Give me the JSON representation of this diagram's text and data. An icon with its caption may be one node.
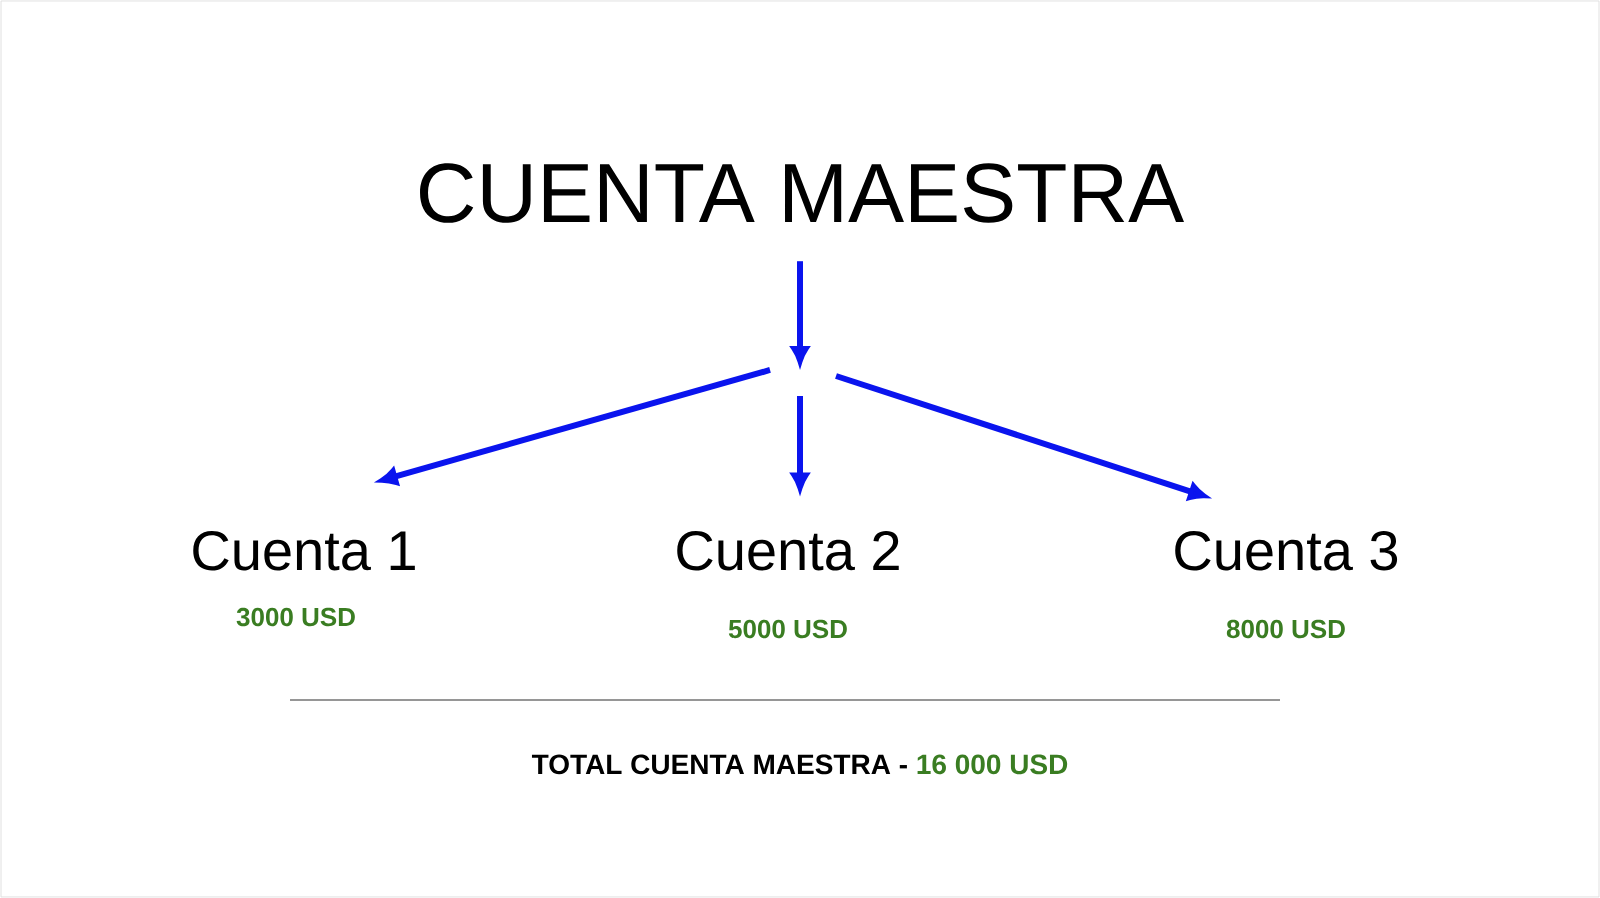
{
  "diagram": {
    "nodes": [
      {
        "text": [
          "CUENTA MAESTRA"
        ]
      },
      {
        "text": [
          "Cuenta 1"
        ],
        "beside": [
          "3000 USD"
        ]
      },
      {
        "text": [
          "Cuenta 2"
        ],
        "beside": [
          "5000 USD"
        ]
      },
      {
        "text": [
          "Cuenta 3"
        ],
        "beside": [
          "8000 USD"
        ]
      }
    ],
    "edges": [
      {
        "from": 0,
        "to": null,
        "arrow": "to"
      },
      {
        "from": null,
        "to": 1,
        "arrow": "to"
      },
      {
        "from": null,
        "to": 2,
        "arrow": "to"
      },
      {
        "from": null,
        "to": 3,
        "arrow": "to"
      }
    ],
    "labels": [
      "TOTAL CUENTA MAESTRA -",
      "16 000 USD"
    ]
  }
}
